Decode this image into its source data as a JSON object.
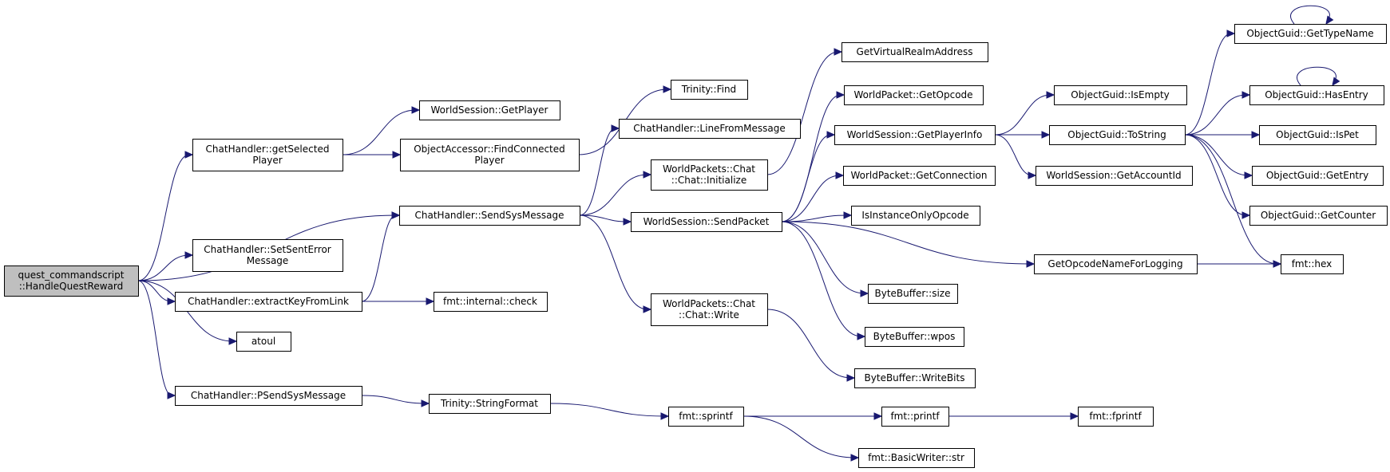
{
  "graph": {
    "edge_color": "#191970",
    "root_fill": "#bfbfbf",
    "node_fill": "#ffffff",
    "nodes": [
      {
        "id": "root",
        "lines": [
          "quest_commandscript",
          "::HandleQuestReward"
        ],
        "root": true
      },
      {
        "id": "getSelectedPlayer",
        "lines": [
          "ChatHandler::getSelected",
          "Player"
        ]
      },
      {
        "id": "getPlayer",
        "lines": [
          "WorldSession::GetPlayer"
        ]
      },
      {
        "id": "findConnected",
        "lines": [
          "ObjectAccessor::FindConnected",
          "Player"
        ]
      },
      {
        "id": "sendSysMessage",
        "lines": [
          "ChatHandler::SendSysMessage"
        ]
      },
      {
        "id": "setSentError",
        "lines": [
          "ChatHandler::SetSentError",
          "Message"
        ]
      },
      {
        "id": "extractKey",
        "lines": [
          "ChatHandler::extractKeyFromLink"
        ]
      },
      {
        "id": "atoul",
        "lines": [
          "atoul"
        ]
      },
      {
        "id": "pSendSys",
        "lines": [
          "ChatHandler::PSendSysMessage"
        ]
      },
      {
        "id": "trinityFind",
        "lines": [
          "Trinity::Find"
        ]
      },
      {
        "id": "lineFromMessage",
        "lines": [
          "ChatHandler::LineFromMessage"
        ]
      },
      {
        "id": "chatInitialize",
        "lines": [
          "WorldPackets::Chat",
          "::Chat::Initialize"
        ]
      },
      {
        "id": "sendPacket",
        "lines": [
          "WorldSession::SendPacket"
        ]
      },
      {
        "id": "chatWrite",
        "lines": [
          "WorldPackets::Chat",
          "::Chat::Write"
        ]
      },
      {
        "id": "fmtCheck",
        "lines": [
          "fmt::internal::check"
        ]
      },
      {
        "id": "stringFormat",
        "lines": [
          "Trinity::StringFormat"
        ]
      },
      {
        "id": "fmtSprintf",
        "lines": [
          "fmt::sprintf"
        ]
      },
      {
        "id": "getVirtualRealm",
        "lines": [
          "GetVirtualRealmAddress"
        ]
      },
      {
        "id": "getOpcode",
        "lines": [
          "WorldPacket::GetOpcode"
        ]
      },
      {
        "id": "getPlayerInfo",
        "lines": [
          "WorldSession::GetPlayerInfo"
        ]
      },
      {
        "id": "getConnection",
        "lines": [
          "WorldPacket::GetConnection"
        ]
      },
      {
        "id": "isInstanceOnly",
        "lines": [
          "IsInstanceOnlyOpcode"
        ]
      },
      {
        "id": "bbSize",
        "lines": [
          "ByteBuffer::size"
        ]
      },
      {
        "id": "bbWpos",
        "lines": [
          "ByteBuffer::wpos"
        ]
      },
      {
        "id": "bbWriteBits",
        "lines": [
          "ByteBuffer::WriteBits"
        ]
      },
      {
        "id": "fmtPrintf",
        "lines": [
          "fmt::printf"
        ]
      },
      {
        "id": "basicWriterStr",
        "lines": [
          "fmt::BasicWriter::str"
        ]
      },
      {
        "id": "isEmpty",
        "lines": [
          "ObjectGuid::IsEmpty"
        ]
      },
      {
        "id": "toString",
        "lines": [
          "ObjectGuid::ToString"
        ]
      },
      {
        "id": "getAccountId",
        "lines": [
          "WorldSession::GetAccountId"
        ]
      },
      {
        "id": "getOpcodeName",
        "lines": [
          "GetOpcodeNameForLogging"
        ]
      },
      {
        "id": "fmtFprintf",
        "lines": [
          "fmt::fprintf"
        ]
      },
      {
        "id": "getTypeName",
        "lines": [
          "ObjectGuid::GetTypeName"
        ]
      },
      {
        "id": "hasEntry",
        "lines": [
          "ObjectGuid::HasEntry"
        ]
      },
      {
        "id": "isPet",
        "lines": [
          "ObjectGuid::IsPet"
        ]
      },
      {
        "id": "getEntry",
        "lines": [
          "ObjectGuid::GetEntry"
        ]
      },
      {
        "id": "getCounter",
        "lines": [
          "ObjectGuid::GetCounter"
        ]
      },
      {
        "id": "fmtHex",
        "lines": [
          "fmt::hex"
        ]
      }
    ],
    "edges": [
      [
        "root",
        "getSelectedPlayer"
      ],
      [
        "root",
        "sendSysMessage"
      ],
      [
        "root",
        "setSentError"
      ],
      [
        "root",
        "extractKey"
      ],
      [
        "root",
        "atoul"
      ],
      [
        "root",
        "pSendSys"
      ],
      [
        "getSelectedPlayer",
        "getPlayer"
      ],
      [
        "getSelectedPlayer",
        "findConnected"
      ],
      [
        "findConnected",
        "trinityFind"
      ],
      [
        "extractKey",
        "sendSysMessage"
      ],
      [
        "extractKey",
        "fmtCheck"
      ],
      [
        "pSendSys",
        "stringFormat"
      ],
      [
        "stringFormat",
        "fmtSprintf"
      ],
      [
        "sendSysMessage",
        "lineFromMessage"
      ],
      [
        "sendSysMessage",
        "chatInitialize"
      ],
      [
        "sendSysMessage",
        "sendPacket"
      ],
      [
        "sendSysMessage",
        "chatWrite"
      ],
      [
        "chatInitialize",
        "getVirtualRealm"
      ],
      [
        "chatWrite",
        "bbWriteBits"
      ],
      [
        "sendPacket",
        "getOpcode"
      ],
      [
        "sendPacket",
        "getPlayerInfo"
      ],
      [
        "sendPacket",
        "getConnection"
      ],
      [
        "sendPacket",
        "isInstanceOnly"
      ],
      [
        "sendPacket",
        "getOpcodeName"
      ],
      [
        "sendPacket",
        "bbSize"
      ],
      [
        "sendPacket",
        "bbWpos"
      ],
      [
        "fmtSprintf",
        "fmtPrintf"
      ],
      [
        "fmtSprintf",
        "basicWriterStr"
      ],
      [
        "fmtPrintf",
        "fmtFprintf"
      ],
      [
        "getPlayerInfo",
        "isEmpty"
      ],
      [
        "getPlayerInfo",
        "toString"
      ],
      [
        "getPlayerInfo",
        "getAccountId"
      ],
      [
        "toString",
        "getTypeName"
      ],
      [
        "toString",
        "hasEntry"
      ],
      [
        "toString",
        "isPet"
      ],
      [
        "toString",
        "getEntry"
      ],
      [
        "toString",
        "getCounter"
      ],
      [
        "toString",
        "fmtHex"
      ],
      [
        "getOpcodeName",
        "fmtHex"
      ],
      [
        "getTypeName",
        "getTypeName"
      ],
      [
        "hasEntry",
        "hasEntry"
      ]
    ]
  }
}
